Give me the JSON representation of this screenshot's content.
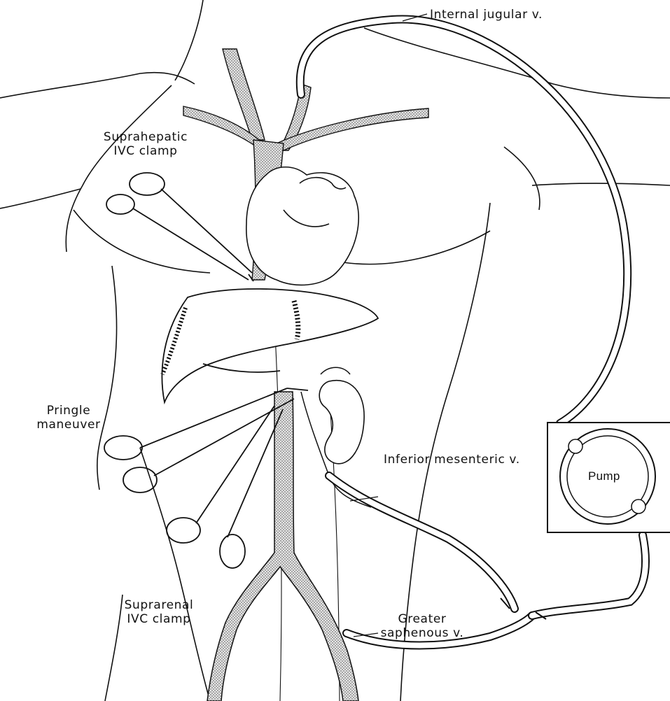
{
  "diagram": {
    "labels": {
      "internal_jugular": "Internal jugular v.",
      "suprahepatic_line1": "Suprahepatic",
      "suprahepatic_line2": "IVC clamp",
      "pringle_line1": "Pringle",
      "pringle_line2": "maneuver",
      "inferior_mesenteric": "Inferior mesenteric v.",
      "suprarenal_line1": "Suprarenal",
      "suprarenal_line2": "IVC clamp",
      "greater_saphenous_line1": "Greater",
      "greater_saphenous_line2": "saphenous v."
    },
    "pump": {
      "label": "Pump"
    },
    "colors": {
      "ink": "#111111",
      "vein_fill": "#bdbdbd",
      "background": "#ffffff"
    }
  }
}
